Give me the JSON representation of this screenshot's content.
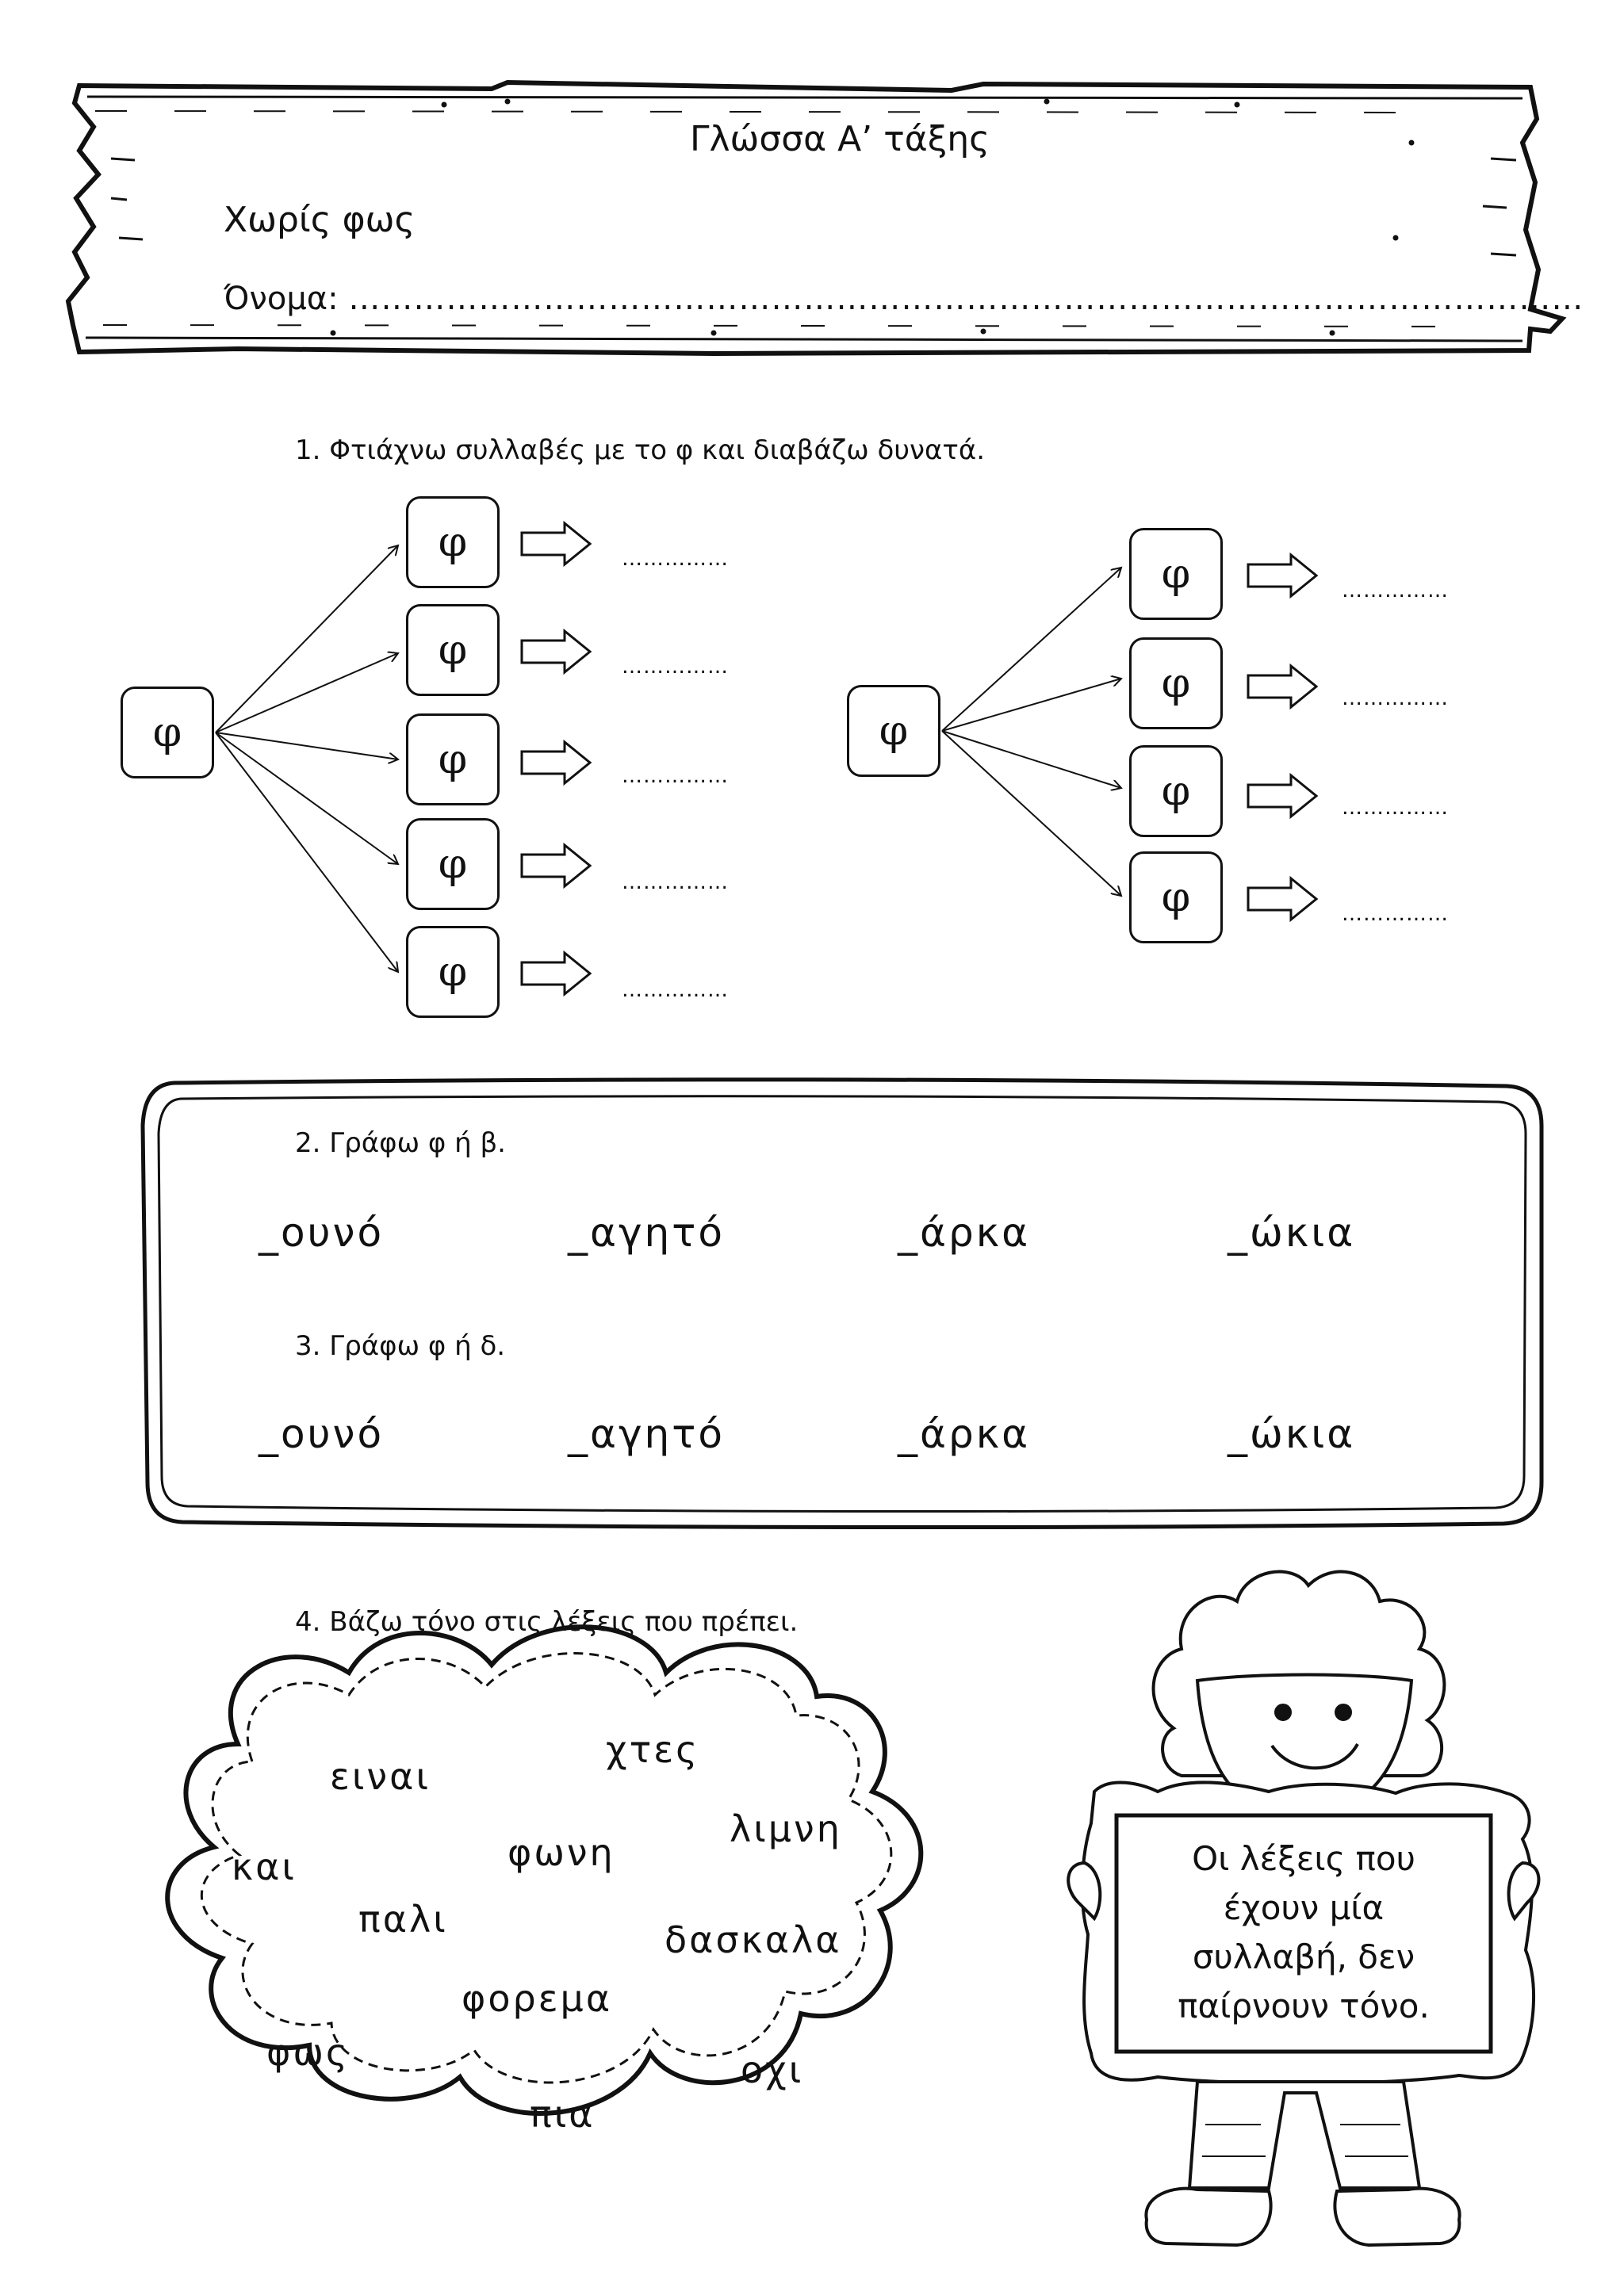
{
  "header": {
    "title": "Γλώσσα Α’ τάξης",
    "subtitle": "Χωρίς φως",
    "name_label": "Όνομα:",
    "name_blank": "……………………………………………………………………………………………………"
  },
  "exercise1": {
    "instruction": "1.   Φτιάχνω συλλαβές με το φ και διαβάζω δυνατά.",
    "left": {
      "root": "φ",
      "branches": [
        {
          "letter": "φ",
          "blank": "……………"
        },
        {
          "letter": "φ",
          "blank": "……………"
        },
        {
          "letter": "φ",
          "blank": "……………"
        },
        {
          "letter": "φ",
          "blank": "……………"
        },
        {
          "letter": "φ",
          "blank": "……………"
        }
      ]
    },
    "right": {
      "root": "φ",
      "branches": [
        {
          "letter": "φ",
          "blank": "……………"
        },
        {
          "letter": "φ",
          "blank": "……………"
        },
        {
          "letter": "φ",
          "blank": "……………"
        },
        {
          "letter": "φ",
          "blank": "……………"
        }
      ]
    }
  },
  "exercise2": {
    "instruction": "2.   Γράφω φ ή β.",
    "words": [
      "_ουνό",
      "_αγητό",
      "_άρκα",
      "_ώκια"
    ]
  },
  "exercise3": {
    "instruction": "3.   Γράφω φ ή δ.",
    "words": [
      "_ουνό",
      "_αγητό",
      "_άρκα",
      "_ώκια"
    ]
  },
  "exercise4": {
    "instruction": "4.   Βάζω τόνο στις λέξεις που πρέπει.",
    "cloud_words": [
      "ειναι",
      "χτες",
      "λιμνη",
      "και",
      "φωνη",
      "παλι",
      "δασκαλα",
      "φορεμα",
      "φως",
      "οχι",
      "πια"
    ]
  },
  "note": {
    "lines": [
      "Οι λέξεις που",
      "έχουν μία",
      "συλλαβή, δεν",
      "παίρνουν τόνο."
    ]
  }
}
